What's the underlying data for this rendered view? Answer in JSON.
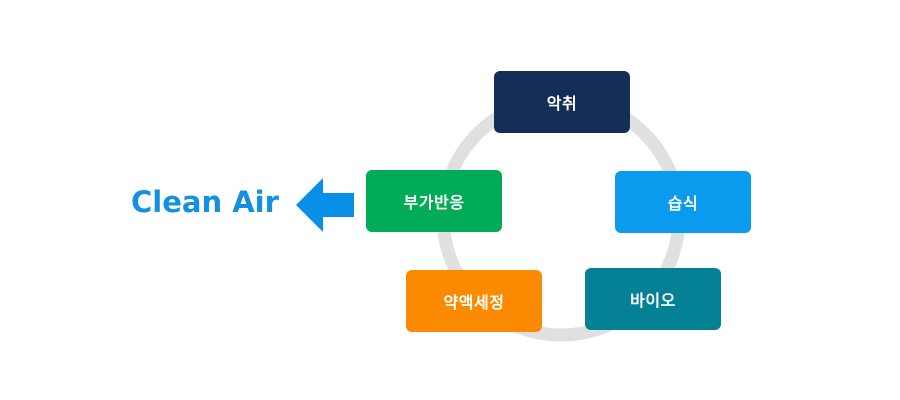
{
  "diagram": {
    "output_label": "Clean Air",
    "output_color": "#1391e0",
    "arrow_icon": "arrow-left-icon",
    "arrow_color": "#0a8fe8",
    "ring_color": "#e0e0e0",
    "steps": [
      {
        "label": "악취",
        "color": "#152e55"
      },
      {
        "label": "습식",
        "color": "#0a9bee"
      },
      {
        "label": "바이오",
        "color": "#048194"
      },
      {
        "label": "약액세정",
        "color": "#fb8a00"
      },
      {
        "label": "부가반응",
        "color": "#02ab56"
      }
    ]
  }
}
